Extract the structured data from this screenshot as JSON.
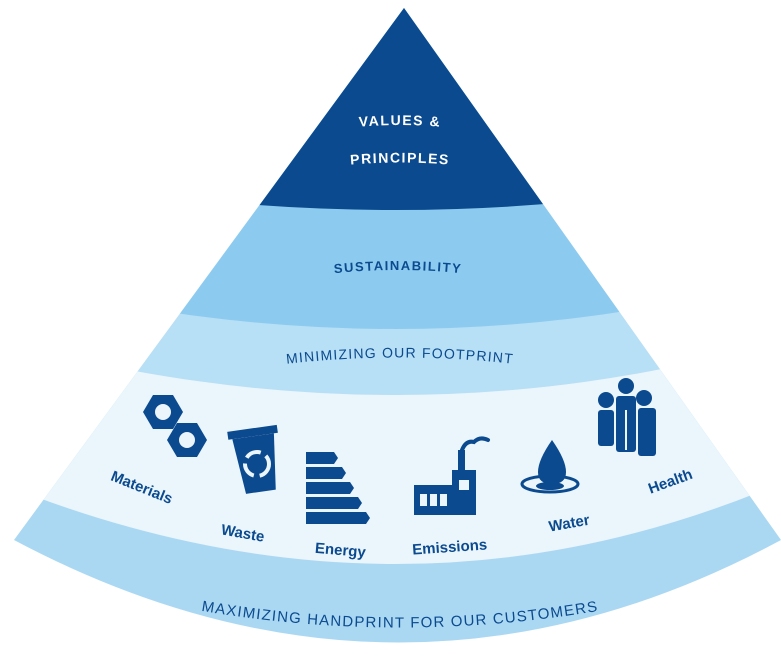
{
  "diagram": {
    "values_line1": "VALUES &",
    "values_line2": "PRINCIPLES",
    "sustainability": "SUSTAINABILITY",
    "minimizing": "MINIMIZING OUR FOOTPRINT",
    "maximizing": "MAXIMIZING HANDPRINT FOR OUR CUSTOMERS",
    "categories": [
      {
        "label": "Materials",
        "icon": "hex-nuts-icon"
      },
      {
        "label": "Waste",
        "icon": "recycle-bin-icon"
      },
      {
        "label": "Energy",
        "icon": "energy-rating-icon"
      },
      {
        "label": "Emissions",
        "icon": "factory-icon"
      },
      {
        "label": "Water",
        "icon": "water-drop-icon"
      },
      {
        "label": "Health",
        "icon": "family-icon"
      }
    ]
  },
  "colors": {
    "dark_blue": "#0b4a8f",
    "sustainability_band": "#8ccbef",
    "minimizing_band": "#b7dff5",
    "icons_band": "#eaf5fc",
    "maximizing_band": "#aad8f3"
  }
}
